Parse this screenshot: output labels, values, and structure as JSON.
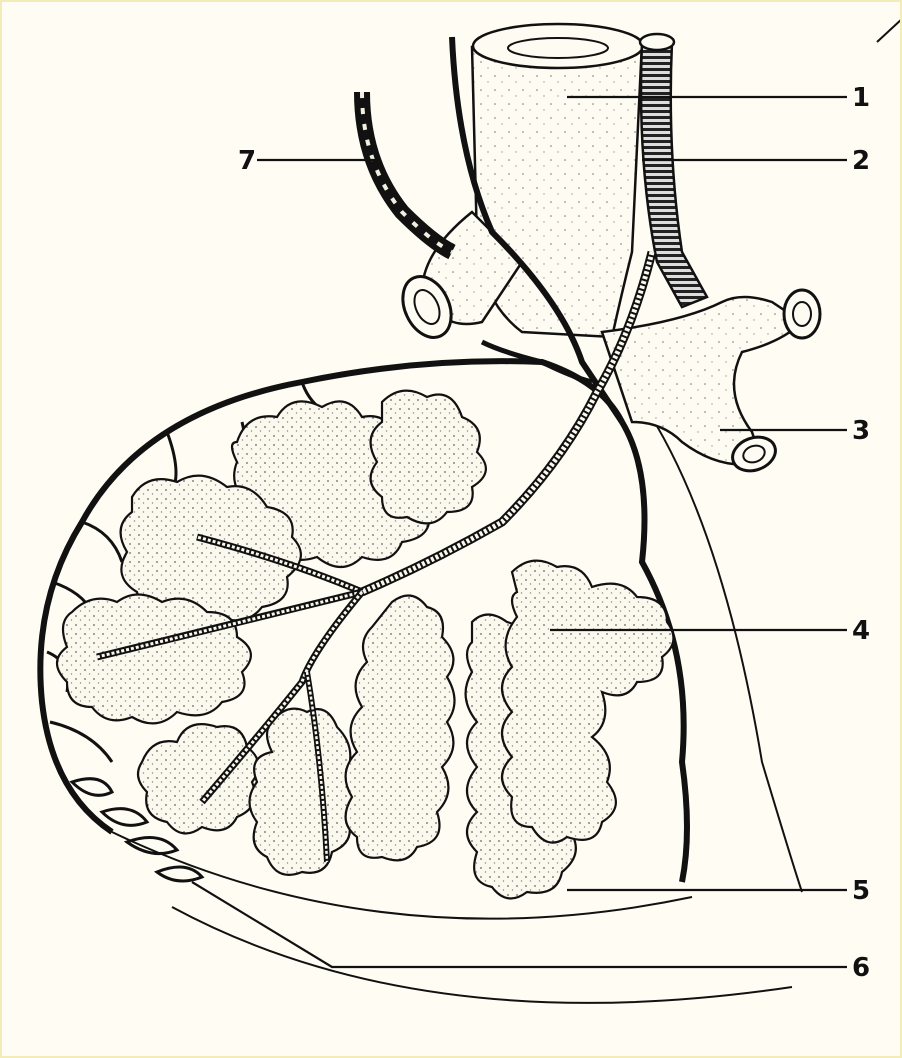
{
  "figure": {
    "labels": [
      {
        "id": "label-1",
        "text": "1"
      },
      {
        "id": "label-2",
        "text": "2"
      },
      {
        "id": "label-3",
        "text": "3"
      },
      {
        "id": "label-4",
        "text": "4"
      },
      {
        "id": "label-5",
        "text": "5"
      },
      {
        "id": "label-6",
        "text": "6"
      },
      {
        "id": "label-7",
        "text": "7"
      }
    ]
  },
  "colors": {
    "ink": "#111111",
    "paper": "#fefcf3",
    "border": "#f4ecb8"
  }
}
